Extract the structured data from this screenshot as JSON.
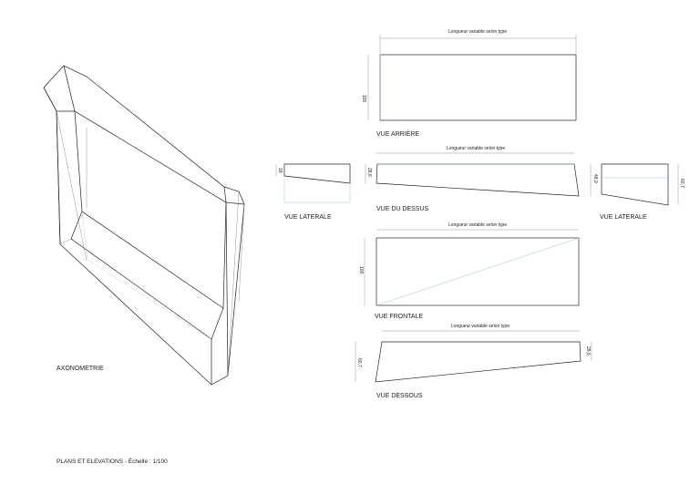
{
  "title_block": "PLANS ET ELEVATIONS - Échelle : 1/100",
  "views": {
    "axonometrie": "AXONOMETRIE",
    "arriere": {
      "label": "VUE ARRIÈRE",
      "length": "Longueur variable selon type",
      "height": "100"
    },
    "lateral_left": {
      "label": "VUE LATERALE",
      "height": "18"
    },
    "dessus": {
      "label": "VUE DU DESSUS",
      "length": "Longueur variable selon type",
      "left": "28,6",
      "right": "48,9"
    },
    "lateral_right": {
      "label": "VUE LATERALE",
      "height": "60,7"
    },
    "frontale": {
      "label": "VUE FRONTALE",
      "length": "Longueur variable selon type",
      "height": "100"
    },
    "dessous": {
      "label": "VUE DESSOUS",
      "length": "Longueur variable selon type",
      "left": "60,7",
      "right": "28,6"
    }
  }
}
